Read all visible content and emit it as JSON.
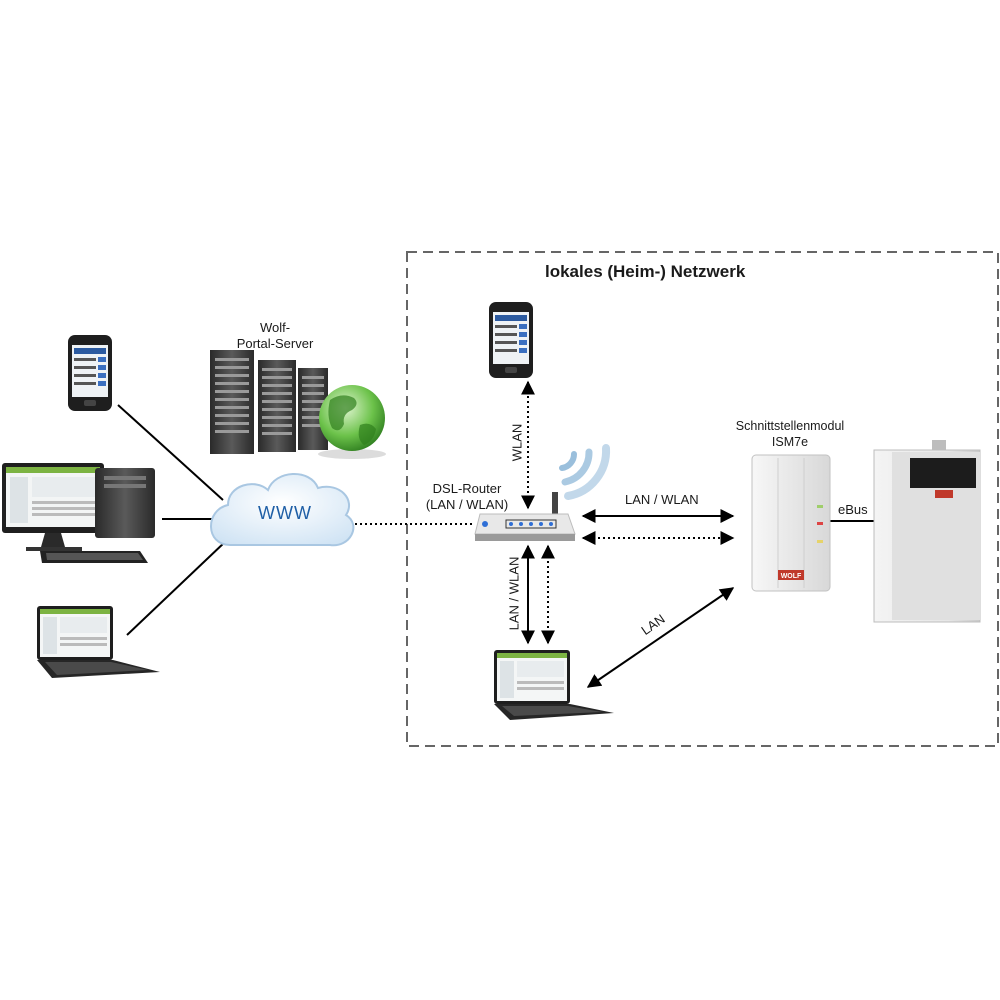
{
  "network_box": {
    "title": "lokales (Heim-) Netzwerk"
  },
  "server": {
    "label_line1": "Wolf-",
    "label_line2": "Portal-Server"
  },
  "cloud": {
    "label": "WWW"
  },
  "router": {
    "label_line1": "DSL-Router",
    "label_line2": "(LAN / WLAN)"
  },
  "module": {
    "label_line1": "Schnittstellenmodul",
    "label_line2": "ISM7e",
    "brand": "WOLF"
  },
  "connections": {
    "wlan_phone": "WLAN",
    "lan_wlan_module": "LAN / WLAN",
    "lan_wlan_laptop": "LAN / WLAN",
    "lan_laptop_module": "LAN",
    "ebus": "eBus"
  },
  "colors": {
    "wifi": "#8fb8d8",
    "cloud": "#d7e8f6",
    "globe": "#4caf3a",
    "box_border": "#666666"
  }
}
